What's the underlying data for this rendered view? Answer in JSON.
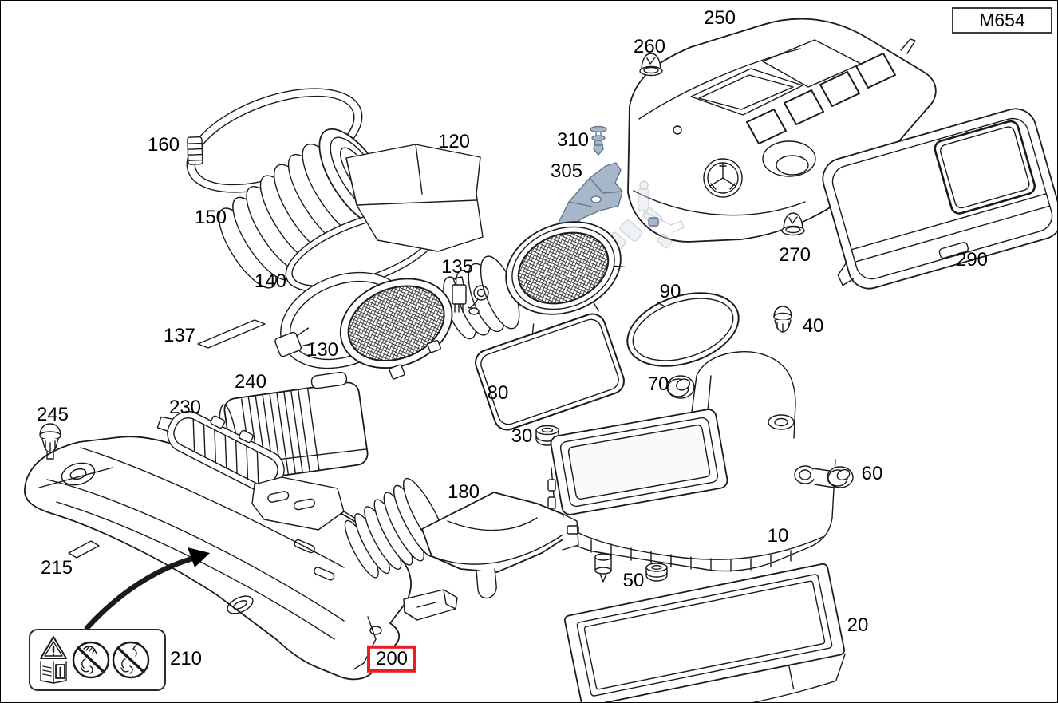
{
  "diagram": {
    "model_code": "M654",
    "line_color": "#1a1a1a",
    "highlight_color": "#ec1c24",
    "accent_part_color": "#a6b7c9",
    "background": "#ffffff"
  },
  "highlighted_part": "200",
  "parts": [
    {
      "number": "250"
    },
    {
      "number": "260"
    },
    {
      "number": "310"
    },
    {
      "number": "305"
    },
    {
      "number": "270"
    },
    {
      "number": "290"
    },
    {
      "number": "160"
    },
    {
      "number": "120"
    },
    {
      "number": "150"
    },
    {
      "number": "140"
    },
    {
      "number": "135"
    },
    {
      "number": "137"
    },
    {
      "number": "130"
    },
    {
      "number": "90"
    },
    {
      "number": "40"
    },
    {
      "number": "80"
    },
    {
      "number": "70"
    },
    {
      "number": "30"
    },
    {
      "number": "240"
    },
    {
      "number": "230"
    },
    {
      "number": "245"
    },
    {
      "number": "215"
    },
    {
      "number": "210"
    },
    {
      "number": "200"
    },
    {
      "number": "180"
    },
    {
      "number": "10"
    },
    {
      "number": "50"
    },
    {
      "number": "60"
    },
    {
      "number": "20"
    }
  ],
  "warning_label": {
    "icons": [
      "warning-triangle-read-manual-icon",
      "no-reach-into-rotating-fan-icon",
      "no-touch-rotating-parts-icon"
    ]
  }
}
